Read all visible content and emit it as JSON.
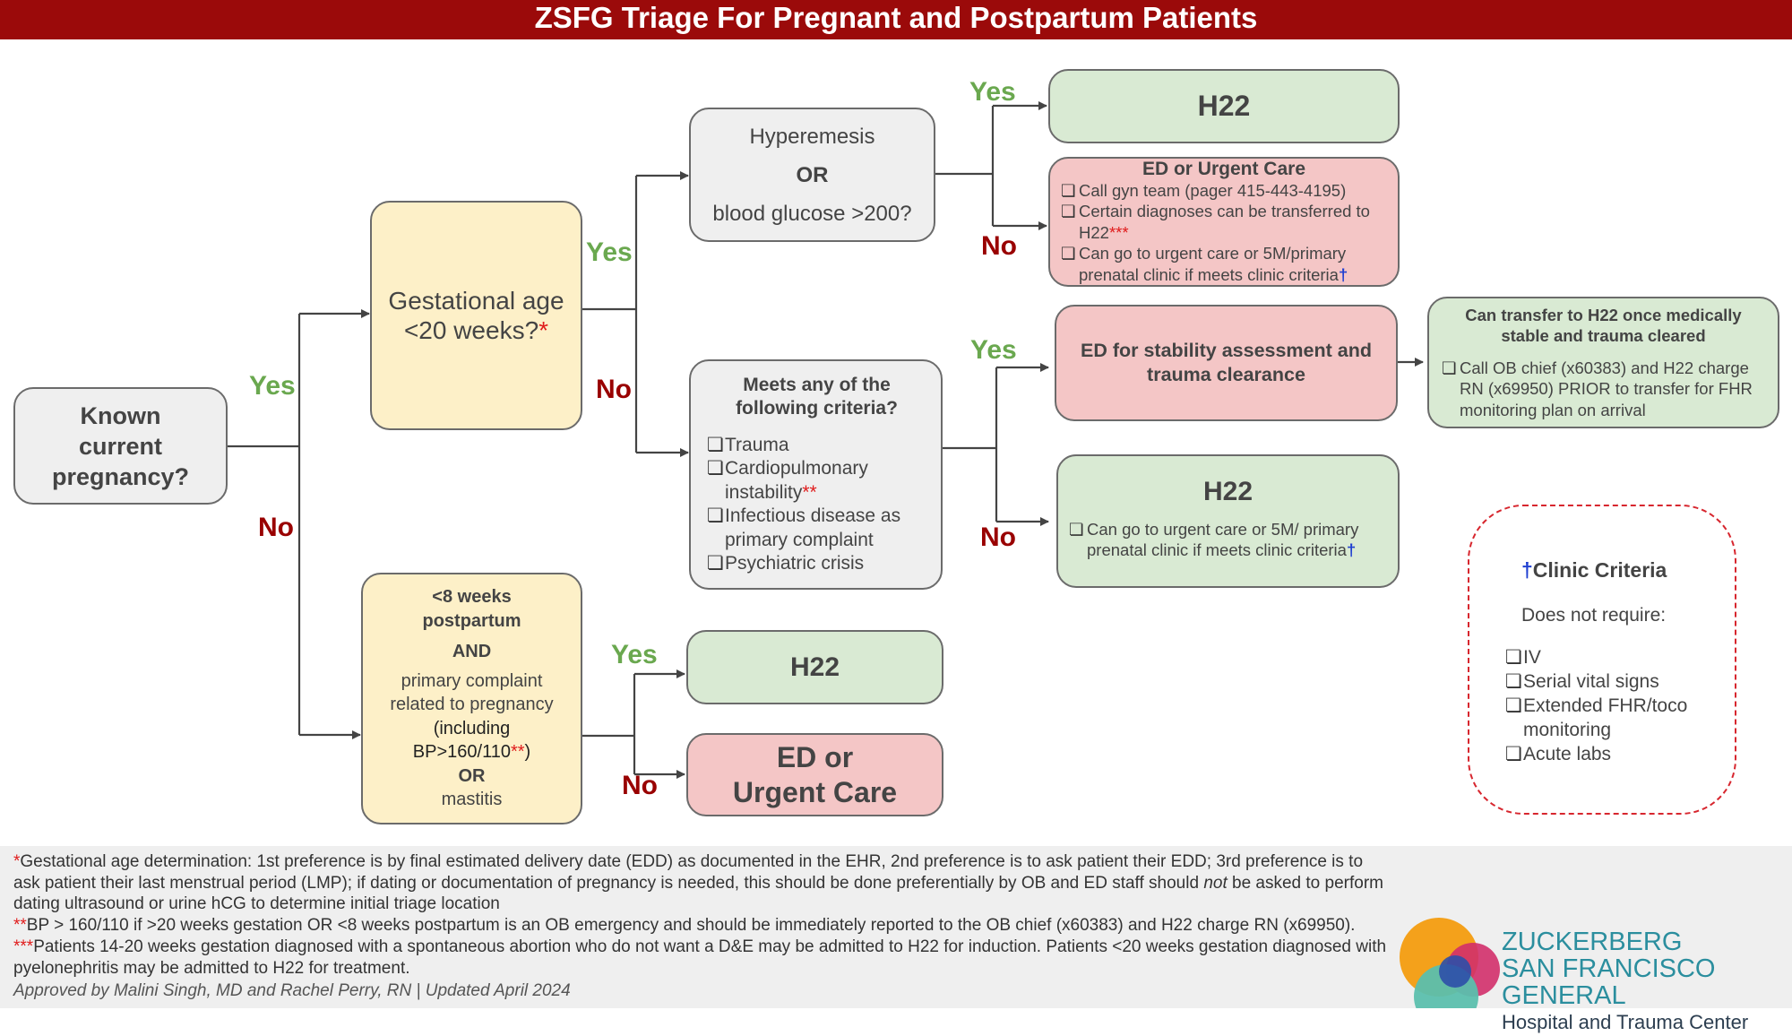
{
  "title": "ZSFG Triage For Pregnant and Postpartum Patients",
  "nodes": {
    "known": "Known current pregnancy?",
    "ga_line1": "Gestational age",
    "ga_line2": "<20 weeks?",
    "ga_mark": "*",
    "hyper_line1": "Hyperemesis",
    "hyper_or": "OR",
    "hyper_line3": "blood glucose >200?",
    "criteria_title": "Meets any of the following criteria?",
    "criteria_items": [
      "Trauma",
      "Cardiopulmonary instability",
      "Infectious disease as primary complaint",
      "Psychiatric crisis"
    ],
    "criteria_mark": "**",
    "pp_line1": "<8 weeks postpartum",
    "pp_and": "AND",
    "pp_line3": "primary complaint related to pregnancy",
    "pp_line4": "(including BP>160/110",
    "pp_mark": "**",
    "pp_close": ")",
    "pp_or": "OR",
    "pp_line6": "mastitis",
    "h22": "H22",
    "ed_urgent_title": "ED or Urgent Care",
    "ed_urgent_items": [
      "Call gyn team (pager 415-443-4195)",
      "Certain diagnoses can be transferred to H22",
      "Can go to urgent care or 5M/primary prenatal clinic if meets clinic criteria"
    ],
    "ed_urgent_mark": "***",
    "dagger": "†",
    "ed_stability": "ED for stability assessment and trauma clearance",
    "transfer_title": "Can transfer to H22 once medically stable and trauma cleared",
    "transfer_item": "Call OB chief (x60383) and H22 charge RN (x69950) PRIOR to transfer for FHR monitoring plan on arrival",
    "h22_item": "Can go to urgent care or 5M/ primary prenatal clinic if meets clinic criteria",
    "ed_or": "ED or",
    "urgent_care": "Urgent Care"
  },
  "labels": {
    "yes": "Yes",
    "no": "No"
  },
  "clinic": {
    "title": "Clinic Criteria",
    "subtitle": "Does not require:",
    "items": [
      "IV",
      "Serial vital signs",
      "Extended FHR/toco monitoring",
      "Acute labs"
    ]
  },
  "footnotes": {
    "f1_mark": "*",
    "f1": "Gestational age determination: 1st preference is by final estimated delivery date (EDD) as documented in the EHR, 2nd preference is to ask patient their EDD; 3rd preference is to ask patient their last menstrual period (LMP); if dating or documentation of pregnancy is needed, this should be done preferentially by OB and ED staff should ",
    "f1_em": "not",
    "f1_end": " be asked to perform dating ultrasound or urine hCG to determine initial triage location",
    "f2_mark": "**",
    "f2": "BP > 160/110 if >20 weeks gestation OR <8 weeks postpartum is an OB emergency and should be immediately reported to the OB chief (x60383) and H22 charge RN (x69950).",
    "f3_mark": "***",
    "f3": "Patients 14-20 weeks gestation diagnosed with a spontaneous abortion who do not want a D&E may be admitted to H22 for induction. Patients <20 weeks gestation diagnosed with pyelonephritis may be admitted to H22 for treatment.",
    "approved": "Approved by Malini Singh, MD and Rachel Perry, RN | Updated April 2024"
  },
  "logo": {
    "line1": "ZUCKERBERG",
    "line2": "SAN FRANCISCO GENERAL",
    "line3": "Hospital and Trauma Center"
  },
  "colors": {
    "header": "#9b0a0a",
    "yes": "#6aa84f",
    "no": "#990000",
    "green_box": "#d9ead3",
    "red_box": "#f4c6c6",
    "yellow_box": "#fdf0c8",
    "grey_box": "#efefef"
  }
}
